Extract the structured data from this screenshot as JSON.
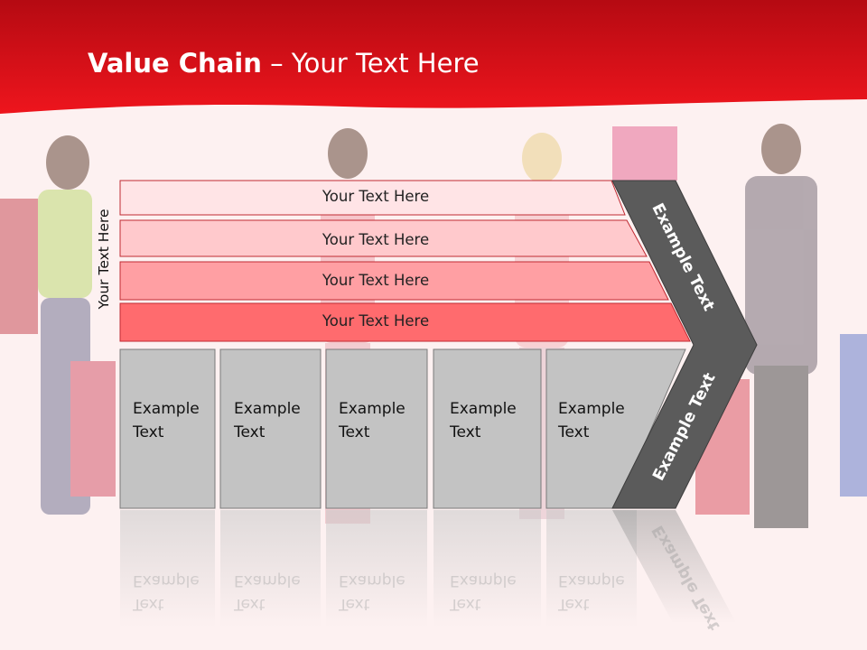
{
  "title": {
    "bold": "Value Chain",
    "rest": " – Your Text Here"
  },
  "side_label": "Your Text Here",
  "bars": [
    {
      "label": "Your Text Here",
      "color": "#ffe4e6"
    },
    {
      "label": "Your Text Here",
      "color": "#ffc9cc"
    },
    {
      "label": "Your Text Here",
      "color": "#ff9fa3"
    },
    {
      "label": "Your Text Here",
      "color": "#ff6b6e"
    }
  ],
  "columns": [
    {
      "line1": "Example",
      "line2": "Text"
    },
    {
      "line1": "Example",
      "line2": "Text"
    },
    {
      "line1": "Example",
      "line2": "Text"
    },
    {
      "line1": "Example",
      "line2": "Text"
    },
    {
      "line1": "Example",
      "line2": "Text"
    }
  ],
  "chevron": {
    "top_label": "Example Text",
    "bottom_label": "Example Text",
    "color": "#5b5b5b"
  },
  "colors": {
    "header_red": "#e8111a",
    "column_gray": "#c3c3c3",
    "background": "#fdf1f1"
  }
}
